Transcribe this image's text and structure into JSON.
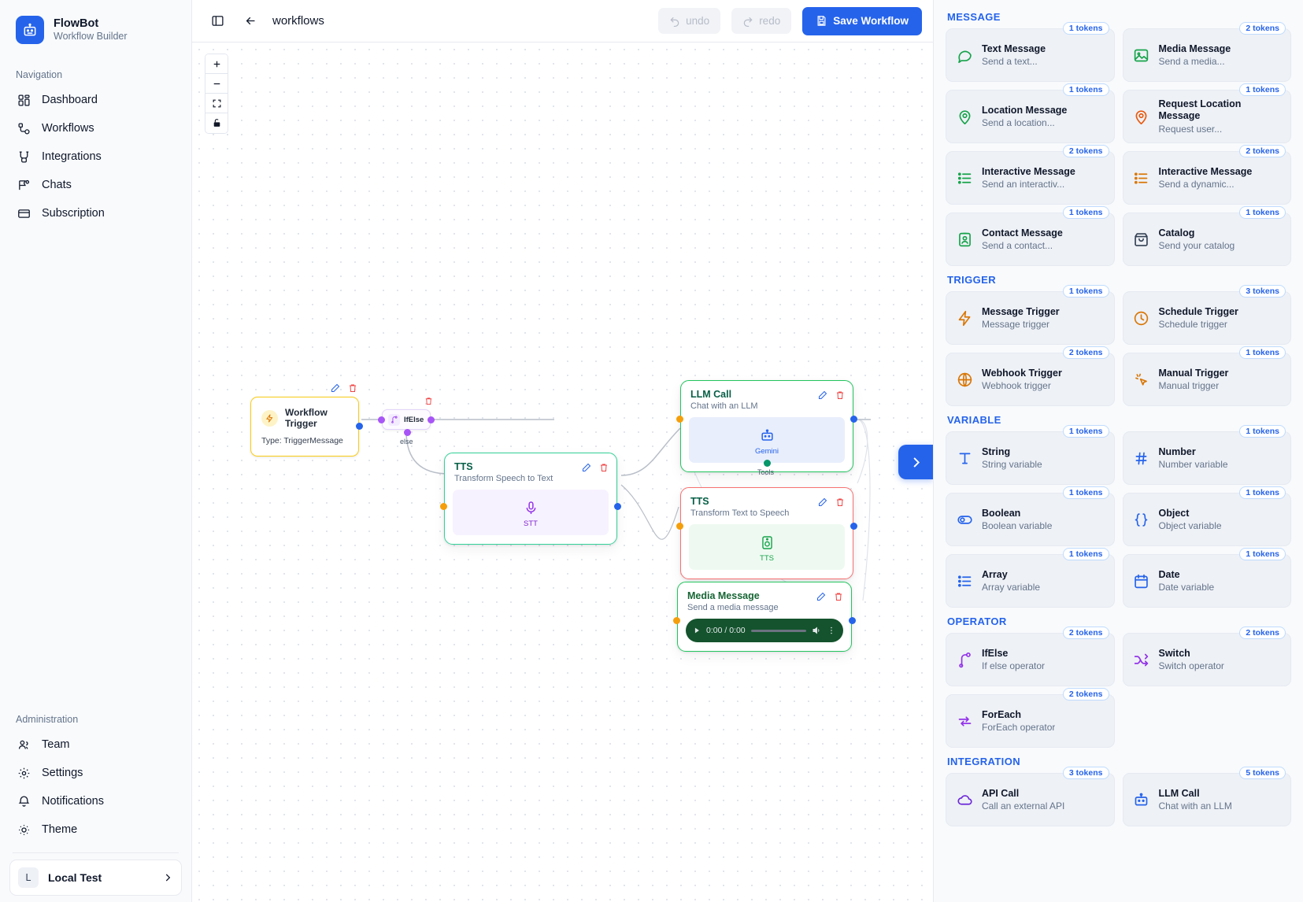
{
  "brand": {
    "name": "FlowBot",
    "subtitle": "Workflow Builder",
    "logo_icon": "robot-icon"
  },
  "sidebar": {
    "nav_label": "Navigation",
    "nav_items": [
      {
        "label": "Dashboard",
        "icon": "dashboard-icon"
      },
      {
        "label": "Workflows",
        "icon": "workflows-icon"
      },
      {
        "label": "Integrations",
        "icon": "integrations-icon"
      },
      {
        "label": "Chats",
        "icon": "chats-icon"
      },
      {
        "label": "Subscription",
        "icon": "subscription-icon"
      }
    ],
    "admin_label": "Administration",
    "admin_items": [
      {
        "label": "Team",
        "icon": "team-icon"
      },
      {
        "label": "Settings",
        "icon": "gear-icon"
      },
      {
        "label": "Notifications",
        "icon": "bell-icon"
      },
      {
        "label": "Theme",
        "icon": "sun-icon"
      }
    ],
    "user": {
      "initial": "L",
      "name": "Local Test",
      "chevron": "chevron-right-icon"
    }
  },
  "topbar": {
    "panel_toggle_icon": "panel-toggle-icon",
    "back_icon": "arrow-left-icon",
    "breadcrumb": "workflows",
    "undo_label": "undo",
    "redo_label": "redo",
    "save_label": "Save Workflow",
    "save_icon": "save-icon",
    "accent": "#2563eb"
  },
  "canvas": {
    "controls": [
      {
        "name": "zoom-in",
        "glyph": "+"
      },
      {
        "name": "zoom-out",
        "glyph": "−"
      },
      {
        "name": "fit-view",
        "glyph": "fit-icon"
      },
      {
        "name": "lock",
        "glyph": "lock-icon"
      }
    ],
    "next_button_icon": "chevron-right-icon",
    "nodes": [
      {
        "id": "trigger",
        "title": "Workflow Trigger",
        "subtitle": "Type: TriggerMessage",
        "icon": "lightning-icon",
        "border_color": "#facc15"
      },
      {
        "id": "ifelse",
        "title": "IfElse",
        "branch_label": "else",
        "icon": "ifelse-icon",
        "border_color": "#e3d4fb"
      },
      {
        "id": "stt",
        "title": "TTS",
        "subtitle": "Transform Speech to Text",
        "body_caption": "STT",
        "body_icon": "microphone-icon",
        "border_color": "#34d399",
        "body_bg": "#f7f2ff",
        "title_color": "#065f46"
      },
      {
        "id": "llm",
        "title": "LLM Call",
        "subtitle": "Chat with an LLM",
        "body_caption": "Gemini",
        "body_icon": "robot-icon",
        "border_color": "#22c55e",
        "body_bg": "#e8eefc",
        "title_color": "#065f46",
        "port_label": "Tools"
      },
      {
        "id": "tts",
        "title": "TTS",
        "subtitle": "Transform Text to Speech",
        "body_caption": "TTS",
        "body_icon": "speaker-icon",
        "border_color": "#f87171",
        "body_bg": "#eefaf1",
        "title_color": "#065f46"
      },
      {
        "id": "media",
        "title": "Media Message",
        "subtitle": "Send a media message",
        "border_color": "#22c55e",
        "title_color": "#166534",
        "audio": {
          "time": "0:00 / 0:00",
          "play_icon": "play-icon",
          "volume_icon": "volume-icon",
          "menu_icon": "kebab-menu-icon"
        }
      }
    ]
  },
  "palette": {
    "sections": [
      {
        "title": "MESSAGE",
        "items": [
          {
            "name": "Text Message",
            "desc": "Send a text...",
            "tokens": "1 tokens",
            "icon": "chat-bubble-icon",
            "color": "#16a34a"
          },
          {
            "name": "Media Message",
            "desc": "Send a media...",
            "tokens": "2 tokens",
            "icon": "image-icon",
            "color": "#16a34a"
          },
          {
            "name": "Location Message",
            "desc": "Send a location...",
            "tokens": "1 tokens",
            "icon": "map-pin-icon",
            "color": "#16a34a"
          },
          {
            "name": "Request Location Message",
            "desc": "Request user...",
            "tokens": "1 tokens",
            "icon": "map-pin-icon",
            "color": "#ea580c"
          },
          {
            "name": "Interactive Message",
            "desc": "Send an interactiv...",
            "tokens": "2 tokens",
            "icon": "list-icon",
            "color": "#16a34a"
          },
          {
            "name": "Interactive Message",
            "desc": "Send a dynamic...",
            "tokens": "2 tokens",
            "icon": "list-icon",
            "color": "#d97706"
          },
          {
            "name": "Contact Message",
            "desc": "Send a contact...",
            "tokens": "1 tokens",
            "icon": "contact-card-icon",
            "color": "#16a34a"
          },
          {
            "name": "Catalog",
            "desc": "Send your catalog",
            "tokens": "1 tokens",
            "icon": "catalog-icon",
            "color": "#334155"
          }
        ]
      },
      {
        "title": "TRIGGER",
        "items": [
          {
            "name": "Message Trigger",
            "desc": "Message trigger",
            "tokens": "1 tokens",
            "icon": "lightning-icon",
            "color": "#d97706"
          },
          {
            "name": "Schedule Trigger",
            "desc": "Schedule trigger",
            "tokens": "3 tokens",
            "icon": "clock-icon",
            "color": "#d97706"
          },
          {
            "name": "Webhook Trigger",
            "desc": "Webhook trigger",
            "tokens": "2 tokens",
            "icon": "globe-icon",
            "color": "#d97706"
          },
          {
            "name": "Manual Trigger",
            "desc": "Manual trigger",
            "tokens": "1 tokens",
            "icon": "cursor-click-icon",
            "color": "#d97706"
          }
        ]
      },
      {
        "title": "VARIABLE",
        "items": [
          {
            "name": "String",
            "desc": "String variable",
            "tokens": "1 tokens",
            "icon": "text-t-icon",
            "color": "#2563eb"
          },
          {
            "name": "Number",
            "desc": "Number variable",
            "tokens": "1 tokens",
            "icon": "hash-icon",
            "color": "#2563eb"
          },
          {
            "name": "Boolean",
            "desc": "Boolean variable",
            "tokens": "1 tokens",
            "icon": "toggle-icon",
            "color": "#2563eb"
          },
          {
            "name": "Object",
            "desc": "Object variable",
            "tokens": "1 tokens",
            "icon": "braces-icon",
            "color": "#2563eb"
          },
          {
            "name": "Array",
            "desc": "Array variable",
            "tokens": "1 tokens",
            "icon": "list-icon",
            "color": "#2563eb"
          },
          {
            "name": "Date",
            "desc": "Date variable",
            "tokens": "1 tokens",
            "icon": "calendar-icon",
            "color": "#2563eb"
          }
        ]
      },
      {
        "title": "OPERATOR",
        "items": [
          {
            "name": "IfElse",
            "desc": "If else operator",
            "tokens": "2 tokens",
            "icon": "ifelse-icon",
            "color": "#9333ea"
          },
          {
            "name": "Switch",
            "desc": "Switch operator",
            "tokens": "2 tokens",
            "icon": "switch-icon",
            "color": "#9333ea"
          },
          {
            "name": "ForEach",
            "desc": "ForEach operator",
            "tokens": "2 tokens",
            "icon": "loop-icon",
            "color": "#9333ea"
          }
        ]
      },
      {
        "title": "INTEGRATION",
        "items": [
          {
            "name": "API Call",
            "desc": "Call an external API",
            "tokens": "3 tokens",
            "icon": "cloud-icon",
            "color": "#6d28d9"
          },
          {
            "name": "LLM Call",
            "desc": "Chat with an LLM",
            "tokens": "5 tokens",
            "icon": "robot-icon",
            "color": "#2563eb"
          }
        ]
      }
    ]
  }
}
